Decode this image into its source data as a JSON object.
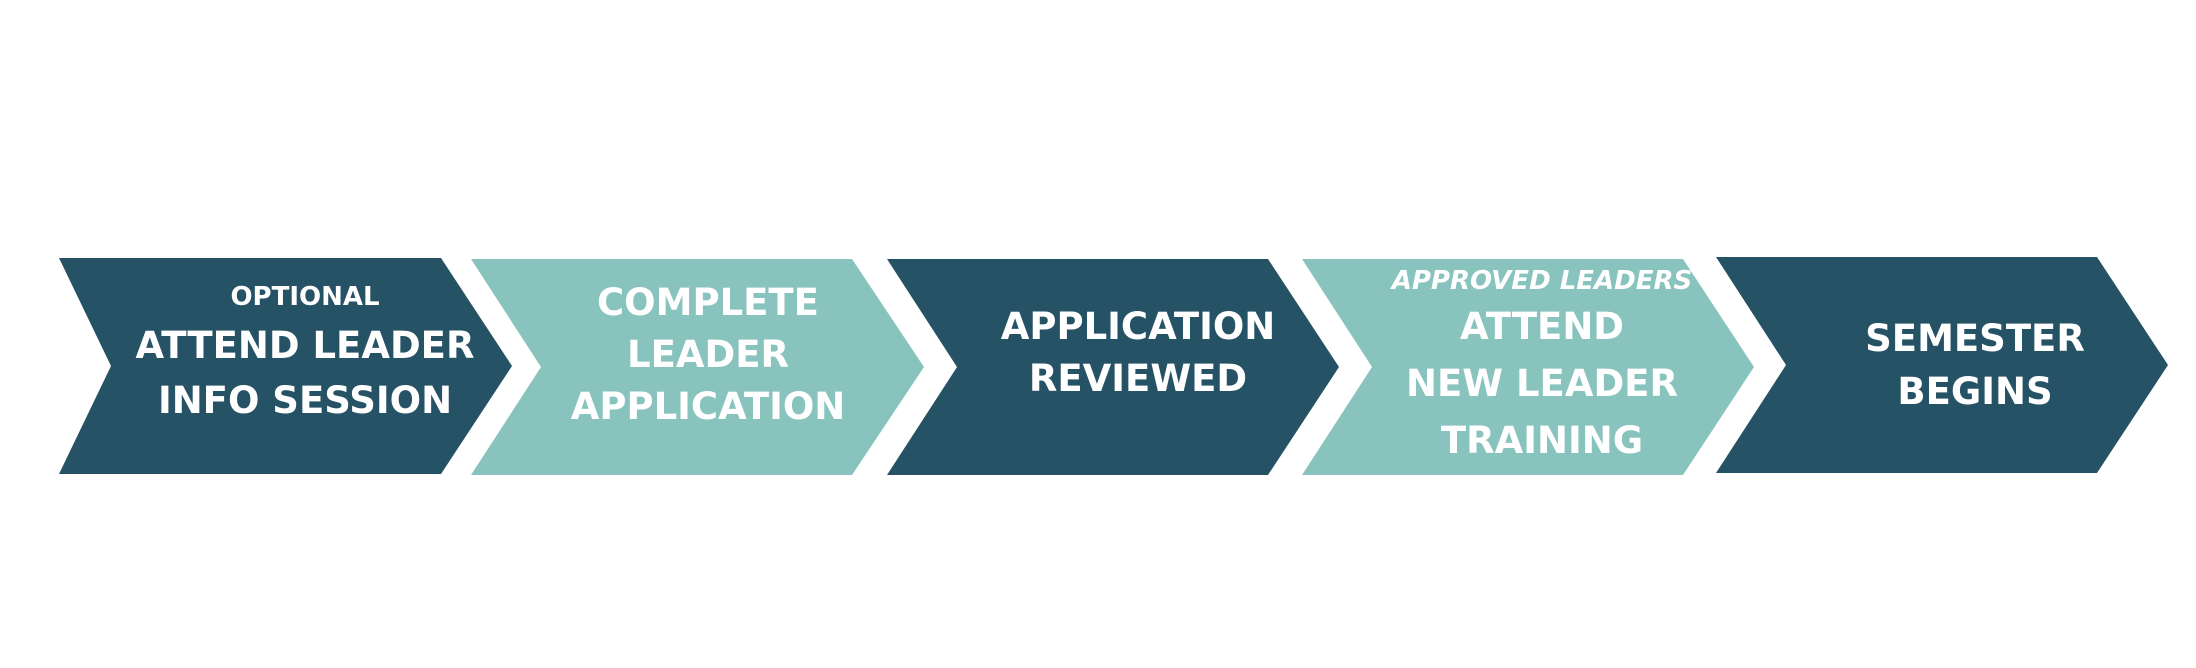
{
  "colors": {
    "dark": "#265266",
    "light": "#88c3be",
    "text": "#ffffff",
    "background": "#ffffff"
  },
  "steps": [
    {
      "color": "dark",
      "note": "OPTIONAL",
      "note_italic": false,
      "lines": [
        "ATTEND LEADER",
        "INFO SESSION"
      ]
    },
    {
      "color": "light",
      "note": "",
      "note_italic": false,
      "lines": [
        "COMPLETE",
        "LEADER",
        "APPLICATION"
      ]
    },
    {
      "color": "dark",
      "note": "",
      "note_italic": false,
      "lines": [
        "APPLICATION",
        "REVIEWED"
      ]
    },
    {
      "color": "light",
      "note": "APPROVED LEADERS",
      "note_italic": true,
      "lines": [
        "ATTEND",
        "NEW LEADER",
        "TRAINING"
      ]
    },
    {
      "color": "dark",
      "note": "",
      "note_italic": false,
      "lines": [
        "SEMESTER",
        "BEGINS"
      ]
    }
  ]
}
